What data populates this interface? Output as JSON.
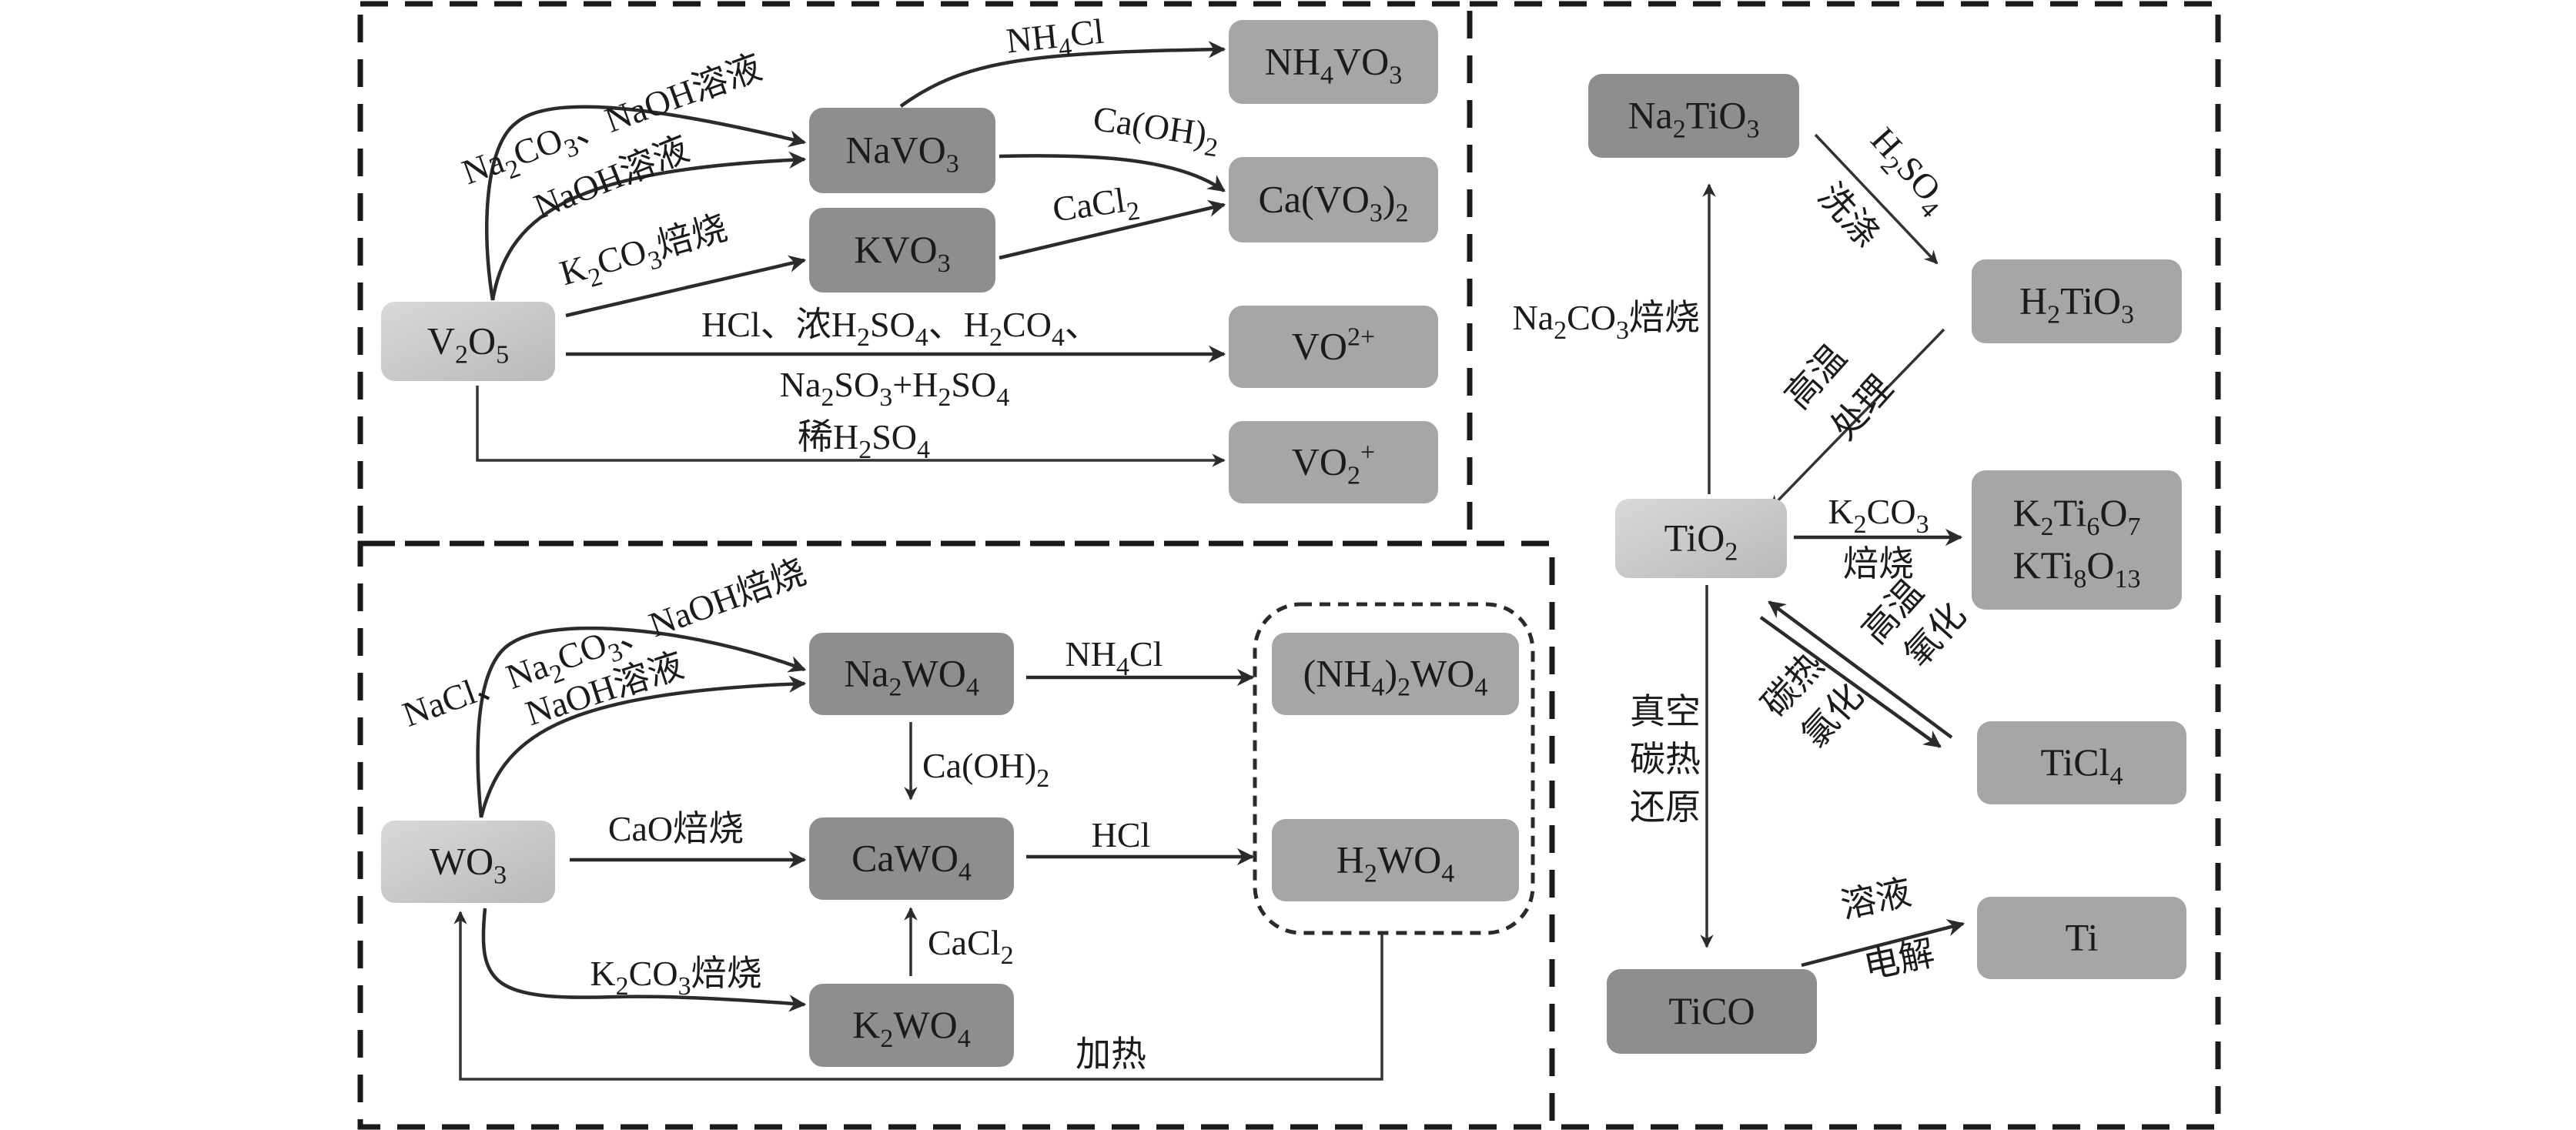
{
  "colors": {
    "node_dark": "#8e8e8e",
    "node_mid": "#a6a6a6",
    "node_light": "#cfcfcf",
    "line": "#2b2b2b",
    "frame": "#1a1a1a"
  },
  "panels": {
    "vanadium": {
      "nodes": {
        "v2o5": {
          "segments": [
            [
              "V",
              ""
            ],
            [
              "2",
              "sub"
            ],
            [
              "O",
              ""
            ],
            [
              "5",
              "sub"
            ]
          ]
        },
        "navo3": {
          "segments": [
            [
              "NaVO",
              ""
            ],
            [
              "3",
              "sub"
            ]
          ]
        },
        "kvo3": {
          "segments": [
            [
              "KVO",
              ""
            ],
            [
              "3",
              "sub"
            ]
          ]
        },
        "nh4vo3": {
          "segments": [
            [
              "NH",
              ""
            ],
            [
              "4",
              "sub"
            ],
            [
              "VO",
              ""
            ],
            [
              "3",
              "sub"
            ]
          ]
        },
        "cavo32": {
          "segments": [
            [
              "Ca(VO",
              ""
            ],
            [
              "3",
              "sub"
            ],
            [
              ")",
              ""
            ],
            [
              "2",
              "sub"
            ]
          ]
        },
        "vo2plus": {
          "segments": [
            [
              "VO",
              ""
            ],
            [
              "2+",
              "sup"
            ]
          ]
        },
        "vo2plus_pervanadyl": {
          "segments": [
            [
              "VO",
              ""
            ],
            [
              "2",
              "sub"
            ],
            [
              "+",
              "sup"
            ]
          ]
        }
      },
      "edge_labels": {
        "na2co3_naoh": [
          [
            "Na",
            ""
          ],
          [
            "2",
            "sub"
          ],
          [
            "CO",
            ""
          ],
          [
            "3",
            "sub"
          ],
          [
            "、NaOH溶液",
            ""
          ]
        ],
        "naoh_solution": [
          [
            "NaOH溶液",
            ""
          ]
        ],
        "k2co3_roast": [
          [
            "K",
            ""
          ],
          [
            "2",
            "sub"
          ],
          [
            "CO",
            ""
          ],
          [
            "3",
            "sub"
          ],
          [
            "焙烧",
            ""
          ]
        ],
        "nh4cl": [
          [
            "NH",
            ""
          ],
          [
            "4",
            "sub"
          ],
          [
            "Cl",
            ""
          ]
        ],
        "caoh2": [
          [
            "Ca(OH)",
            ""
          ],
          [
            "2",
            "sub"
          ]
        ],
        "cacl2": [
          [
            "CaCl",
            ""
          ],
          [
            "2",
            "sub"
          ]
        ],
        "acids_line1": [
          [
            "HCl、浓H",
            ""
          ],
          [
            "2",
            "sub"
          ],
          [
            "SO",
            ""
          ],
          [
            "4",
            "sub"
          ],
          [
            "、H",
            ""
          ],
          [
            "2",
            "sub"
          ],
          [
            "CO",
            ""
          ],
          [
            "4",
            "sub"
          ],
          [
            "、",
            ""
          ]
        ],
        "acids_line2": [
          [
            "Na",
            ""
          ],
          [
            "2",
            "sub"
          ],
          [
            "SO",
            ""
          ],
          [
            "3",
            "sub"
          ],
          [
            "+H",
            ""
          ],
          [
            "2",
            "sub"
          ],
          [
            "SO",
            ""
          ],
          [
            "4",
            "sub"
          ]
        ],
        "dilute_h2so4": [
          [
            "稀H",
            ""
          ],
          [
            "2",
            "sub"
          ],
          [
            "SO",
            ""
          ],
          [
            "4",
            "sub"
          ]
        ]
      }
    },
    "tungsten": {
      "nodes": {
        "wo3": {
          "segments": [
            [
              "WO",
              ""
            ],
            [
              "3",
              "sub"
            ]
          ]
        },
        "na2wo4": {
          "segments": [
            [
              "Na",
              ""
            ],
            [
              "2",
              "sub"
            ],
            [
              "WO",
              ""
            ],
            [
              "4",
              "sub"
            ]
          ]
        },
        "cawo4": {
          "segments": [
            [
              "CaWO",
              ""
            ],
            [
              "4",
              "sub"
            ]
          ]
        },
        "k2wo4": {
          "segments": [
            [
              "K",
              ""
            ],
            [
              "2",
              "sub"
            ],
            [
              "WO",
              ""
            ],
            [
              "4",
              "sub"
            ]
          ]
        },
        "nh42wo4": {
          "segments": [
            [
              "(NH",
              ""
            ],
            [
              "4",
              "sub"
            ],
            [
              ")",
              ""
            ],
            [
              "2",
              "sub"
            ],
            [
              "WO",
              ""
            ],
            [
              "4",
              "sub"
            ]
          ]
        },
        "h2wo4": {
          "segments": [
            [
              "H",
              ""
            ],
            [
              "2",
              "sub"
            ],
            [
              "WO",
              ""
            ],
            [
              "4",
              "sub"
            ]
          ]
        }
      },
      "edge_labels": {
        "nacl_na2co3_naoh": [
          [
            "NaCl、Na",
            ""
          ],
          [
            "2",
            "sub"
          ],
          [
            "CO",
            ""
          ],
          [
            "3",
            "sub"
          ],
          [
            "、NaOH焙烧",
            ""
          ]
        ],
        "naoh_solution": [
          [
            "NaOH溶液",
            ""
          ]
        ],
        "cao_roast": [
          [
            "CaO焙烧",
            ""
          ]
        ],
        "k2co3_roast": [
          [
            "K",
            ""
          ],
          [
            "2",
            "sub"
          ],
          [
            "CO",
            ""
          ],
          [
            "3",
            "sub"
          ],
          [
            "焙烧",
            ""
          ]
        ],
        "nh4cl": [
          [
            "NH",
            ""
          ],
          [
            "4",
            "sub"
          ],
          [
            "Cl",
            ""
          ]
        ],
        "caoh2": [
          [
            "Ca(OH)",
            ""
          ],
          [
            "2",
            "sub"
          ]
        ],
        "hcl": [
          [
            "HCl",
            ""
          ]
        ],
        "cacl2": [
          [
            "CaCl",
            ""
          ],
          [
            "2",
            "sub"
          ]
        ],
        "heating": [
          [
            "加热",
            ""
          ]
        ]
      }
    },
    "titanium": {
      "nodes": {
        "na2tio3": {
          "segments": [
            [
              "Na",
              ""
            ],
            [
              "2",
              "sub"
            ],
            [
              "TiO",
              ""
            ],
            [
              "3",
              "sub"
            ]
          ]
        },
        "h2tio3": {
          "segments": [
            [
              "H",
              ""
            ],
            [
              "2",
              "sub"
            ],
            [
              "TiO",
              ""
            ],
            [
              "3",
              "sub"
            ]
          ]
        },
        "tio2": {
          "segments": [
            [
              "TiO",
              ""
            ],
            [
              "2",
              "sub"
            ]
          ]
        },
        "k_titanates_line1": {
          "segments": [
            [
              "K",
              ""
            ],
            [
              "2",
              "sub"
            ],
            [
              "Ti",
              ""
            ],
            [
              "6",
              "sub"
            ],
            [
              "O",
              ""
            ],
            [
              "7",
              "sub"
            ]
          ]
        },
        "k_titanates_line2": {
          "segments": [
            [
              "KTi",
              ""
            ],
            [
              "8",
              "sub"
            ],
            [
              "O",
              ""
            ],
            [
              "13",
              "sub"
            ]
          ]
        },
        "ticl4": {
          "segments": [
            [
              "TiCl",
              ""
            ],
            [
              "4",
              "sub"
            ]
          ]
        },
        "ti": {
          "segments": [
            [
              "Ti",
              ""
            ]
          ]
        },
        "tico": {
          "segments": [
            [
              "TiCO",
              ""
            ]
          ]
        }
      },
      "edge_labels": {
        "na2co3_roast": [
          [
            "Na",
            ""
          ],
          [
            "2",
            "sub"
          ],
          [
            "CO",
            ""
          ],
          [
            "3",
            "sub"
          ],
          [
            "焙烧",
            ""
          ]
        ],
        "h2so4": [
          [
            "H",
            ""
          ],
          [
            "2",
            "sub"
          ],
          [
            "SO",
            ""
          ],
          [
            "4",
            "sub"
          ]
        ],
        "washing": [
          [
            "洗涤",
            ""
          ]
        ],
        "high_temp": [
          [
            "高温",
            ""
          ]
        ],
        "treatment": [
          [
            "处理",
            ""
          ]
        ],
        "k2co3": [
          [
            "K",
            ""
          ],
          [
            "2",
            "sub"
          ],
          [
            "CO",
            ""
          ],
          [
            "3",
            "sub"
          ]
        ],
        "roast": [
          [
            "焙烧",
            ""
          ]
        ],
        "high_temp_2": [
          [
            "高温",
            ""
          ]
        ],
        "oxidation": [
          [
            "氧化",
            ""
          ]
        ],
        "carbothermal": [
          [
            "碳热",
            ""
          ]
        ],
        "chlorination": [
          [
            "氯化",
            ""
          ]
        ],
        "vacuum": [
          [
            "真空",
            ""
          ]
        ],
        "carbothermal_2": [
          [
            "碳热",
            ""
          ]
        ],
        "reduction": [
          [
            "还原",
            ""
          ]
        ],
        "solution": [
          [
            "溶液",
            ""
          ]
        ],
        "electrolysis": [
          [
            "电解",
            ""
          ]
        ]
      }
    }
  }
}
